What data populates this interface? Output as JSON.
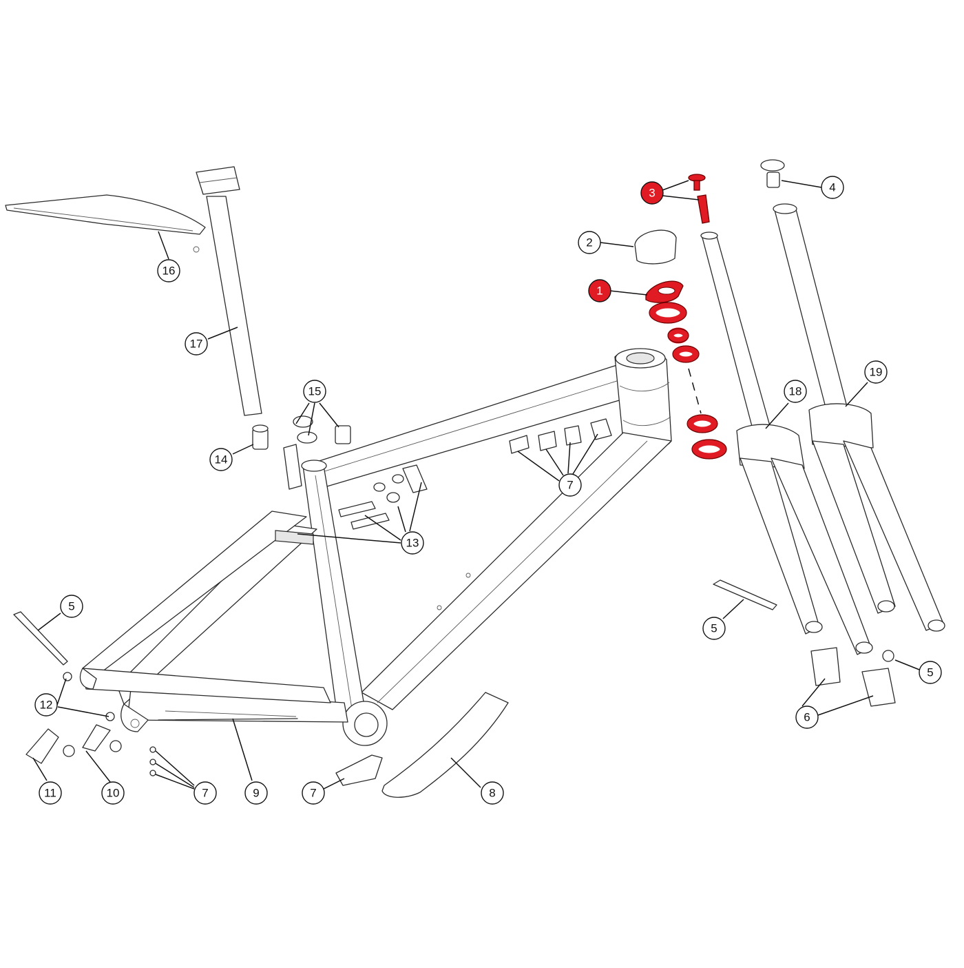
{
  "diagram": {
    "highlight_color": "#e01b24",
    "callouts": [
      {
        "label": "1",
        "highlighted": true
      },
      {
        "label": "2",
        "highlighted": false
      },
      {
        "label": "3",
        "highlighted": true
      },
      {
        "label": "4",
        "highlighted": false
      },
      {
        "label": "5",
        "highlighted": false
      },
      {
        "label": "6",
        "highlighted": false
      },
      {
        "label": "7",
        "highlighted": false
      },
      {
        "label": "8",
        "highlighted": false
      },
      {
        "label": "9",
        "highlighted": false
      },
      {
        "label": "10",
        "highlighted": false
      },
      {
        "label": "11",
        "highlighted": false
      },
      {
        "label": "12",
        "highlighted": false
      },
      {
        "label": "13",
        "highlighted": false
      },
      {
        "label": "14",
        "highlighted": false
      },
      {
        "label": "15",
        "highlighted": false
      },
      {
        "label": "16",
        "highlighted": false
      },
      {
        "label": "17",
        "highlighted": false
      },
      {
        "label": "18",
        "highlighted": false
      },
      {
        "label": "19",
        "highlighted": false
      }
    ]
  }
}
